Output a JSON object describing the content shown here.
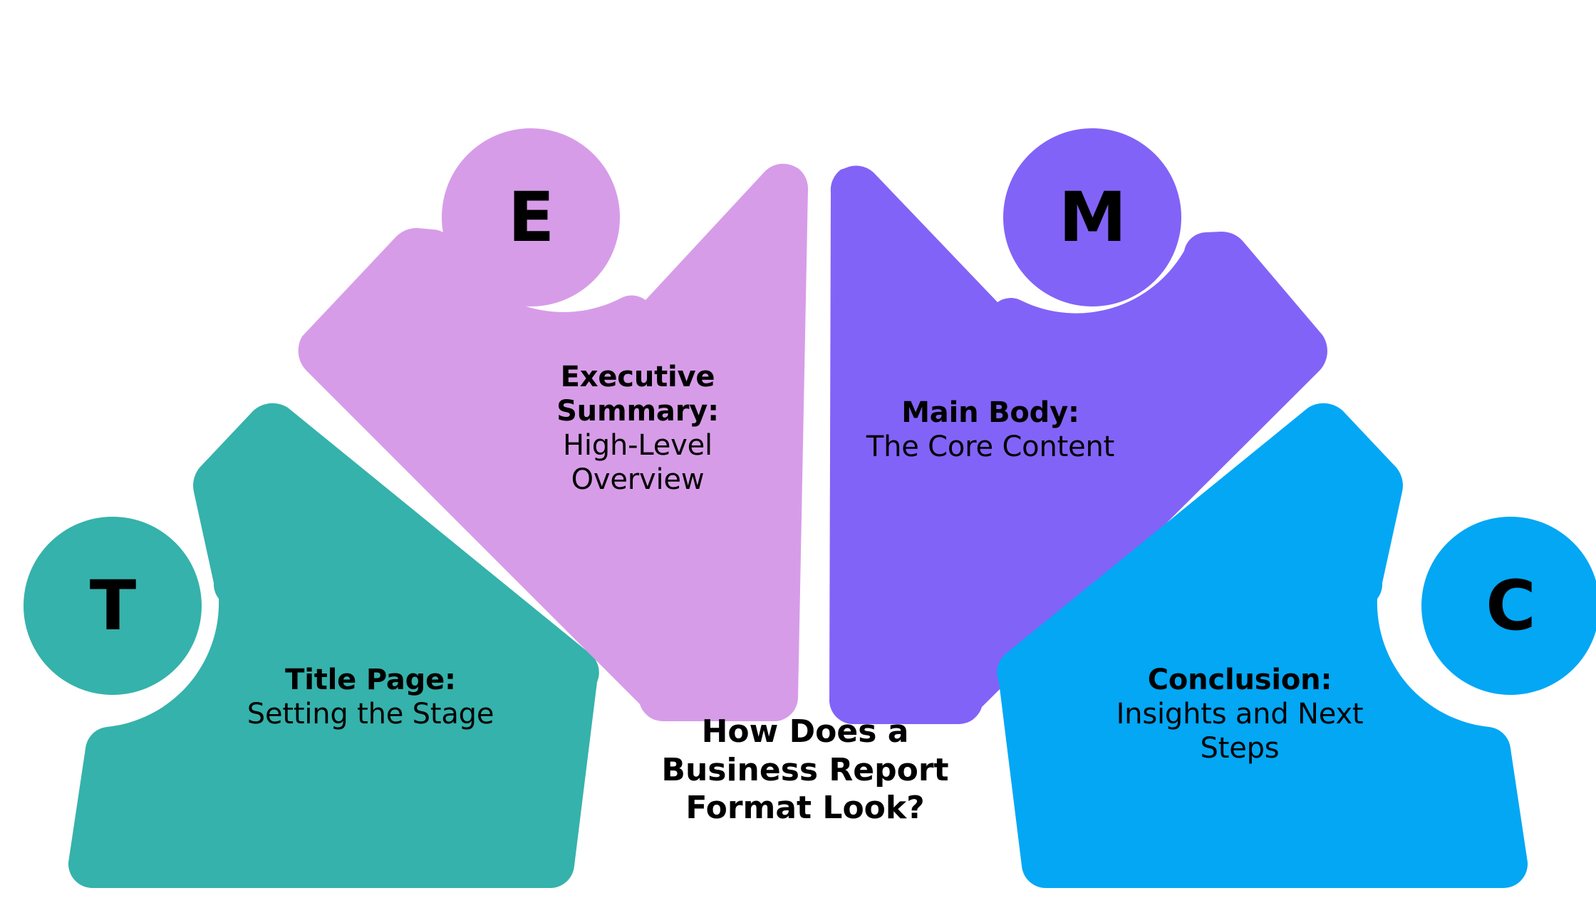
{
  "title": "How Does a Business Report Format Look?",
  "center": {
    "line1": "How Does a",
    "line2": "Business Report",
    "line3": "Format Look?"
  },
  "colors": {
    "teal": "#35B2AB",
    "orchid": "#D79CE8",
    "purple": "#8263F7",
    "blue": "#03A7F4",
    "background": "#FFFFFF",
    "text": "#000000"
  },
  "segments": [
    {
      "key": "title-page",
      "badge_letter": "T",
      "lead": "Title Page:",
      "sub": "Setting the Stage",
      "color": "#35B2AB"
    },
    {
      "key": "executive-summary",
      "badge_letter": "E",
      "lead_line1": "Executive",
      "lead_line2": "Summary:",
      "lead": "Executive Summary:",
      "sub": "High-Level Overview",
      "color": "#D79CE8"
    },
    {
      "key": "main-body",
      "badge_letter": "M",
      "lead": "Main Body:",
      "sub": "The Core Content",
      "color": "#8263F7"
    },
    {
      "key": "conclusion",
      "badge_letter": "C",
      "lead": "Conclusion:",
      "sub": "Insights and Next Steps",
      "color": "#03A7F4"
    }
  ]
}
